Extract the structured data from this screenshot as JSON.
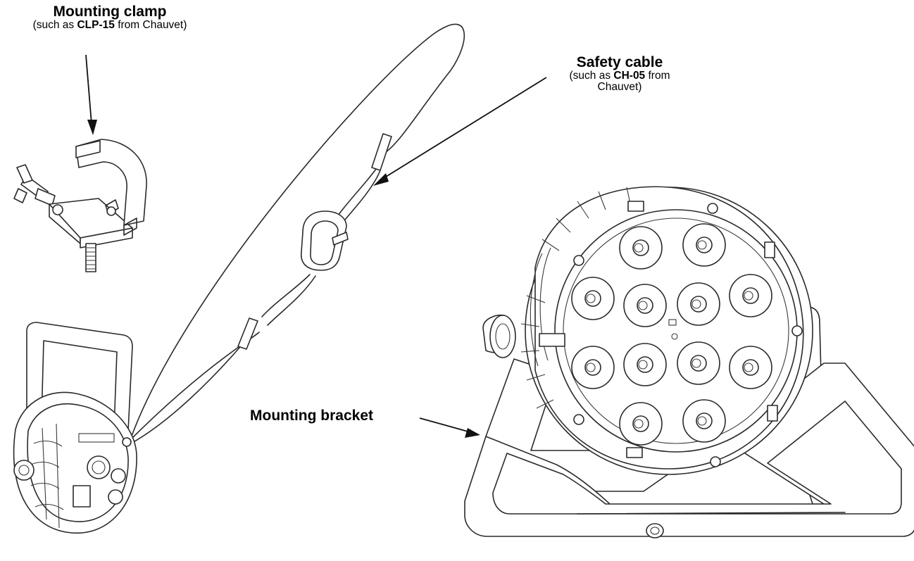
{
  "labels": {
    "mounting_clamp": {
      "title": "Mounting clamp",
      "prefix": "(such as ",
      "model": "CLP-15",
      "suffix": " from Chauvet)"
    },
    "safety_cable": {
      "title": "Safety cable",
      "line2_prefix": "(such as ",
      "model": "CH-05",
      "line2_suffix": " from",
      "line3": "Chauvet)"
    },
    "mounting_bracket": {
      "title": "Mounting bracket"
    }
  },
  "fixture": {
    "led_count": 12
  }
}
